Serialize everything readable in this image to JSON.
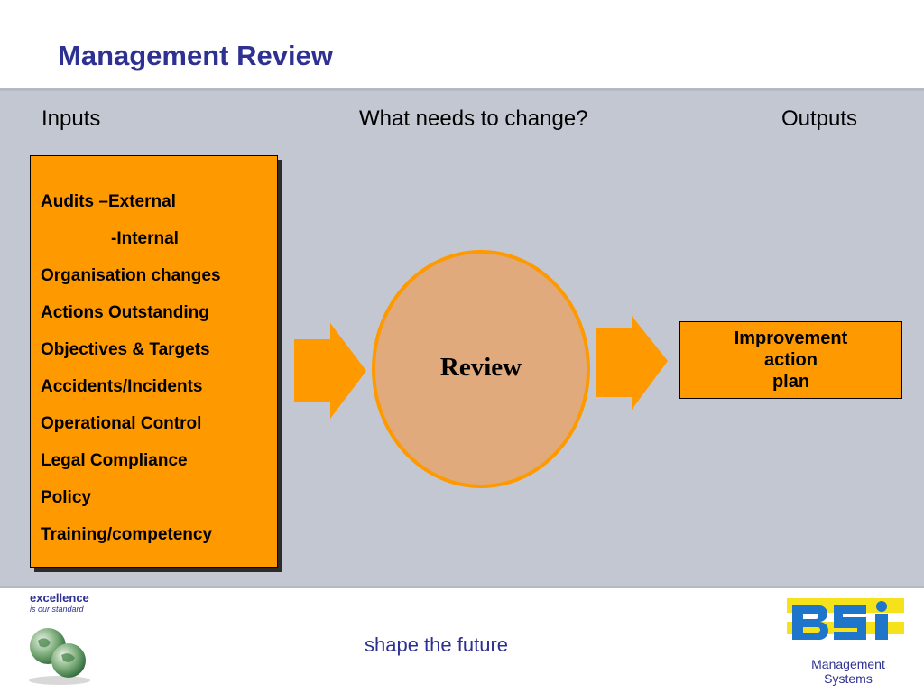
{
  "slide": {
    "title": "Management Review",
    "headings": {
      "inputs": "Inputs",
      "change": "What needs to change?",
      "outputs": "Outputs"
    },
    "inputs": [
      "Audits –External",
      "-Internal",
      "Organisation changes",
      "Actions Outstanding",
      "Objectives & Targets",
      "Accidents/Incidents",
      "Operational Control",
      "Legal Compliance",
      "Policy",
      "Training/competency"
    ],
    "review_label": "Review",
    "output_lines": [
      "Improvement",
      "action",
      "plan"
    ],
    "tagline": "shape the future"
  },
  "logos": {
    "excellence_line1": "excellence",
    "excellence_line2": "is our standard",
    "bsi_line1": "Management",
    "bsi_line2": "Systems"
  },
  "colors": {
    "title": "#2e3192",
    "band": "#c3c7d1",
    "orange": "#ff9900",
    "review_fill": "#e0aa7c",
    "bsi_yellow": "#f5e21a",
    "bsi_blue": "#1f75c9"
  }
}
